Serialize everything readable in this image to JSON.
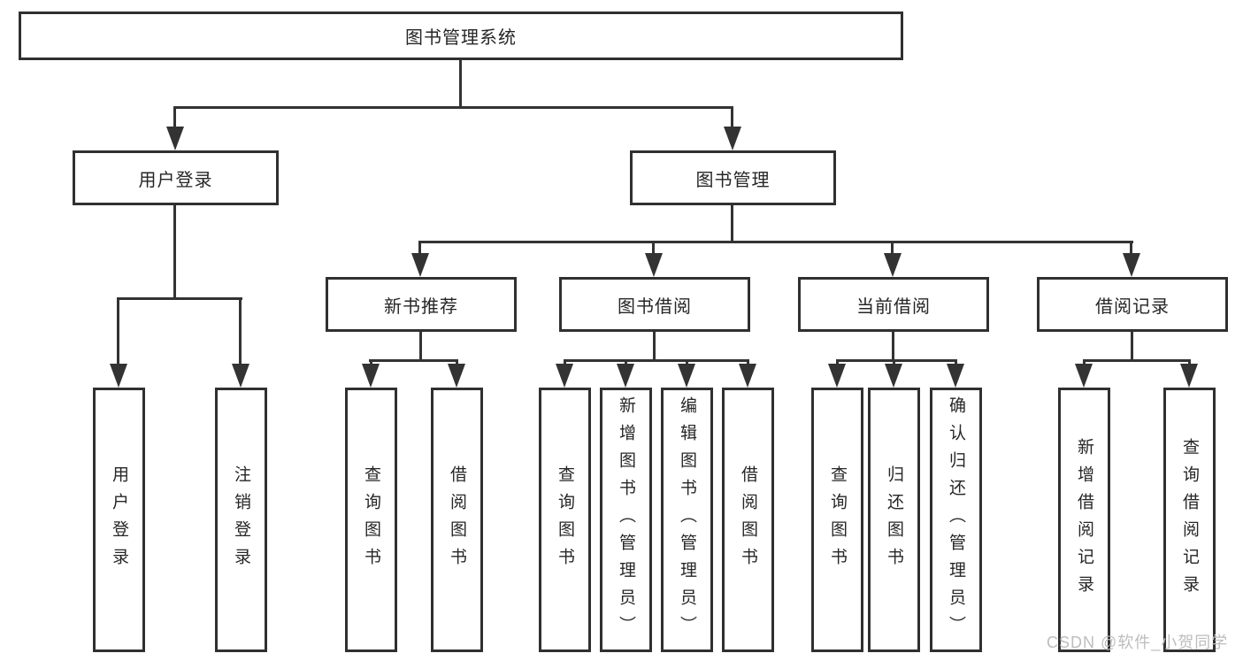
{
  "diagram": {
    "tree": {
      "root": "图书管理系统",
      "branches": [
        {
          "label": "用户登录",
          "children": [
            "用户登录",
            "注销登录"
          ]
        },
        {
          "label": "图书管理",
          "children": [
            {
              "label": "新书推荐",
              "children": [
                "查询图书",
                "借阅图书"
              ]
            },
            {
              "label": "图书借阅",
              "children": [
                "查询图书",
                "新增图书（管理员）",
                "编辑图书（管理员）",
                "借阅图书"
              ]
            },
            {
              "label": "当前借阅",
              "children": [
                "查询图书",
                "归还图书",
                "确认归还（管理员）"
              ]
            },
            {
              "label": "借阅记录",
              "children": [
                "新增借阅记录",
                "查询借阅记录"
              ]
            }
          ]
        }
      ]
    },
    "watermark": "CSDN @软件_小贺同学",
    "colors": {
      "line": "#333333",
      "border": "#303030",
      "text": "#262626",
      "watermark": "#bdbdbd",
      "background": "#ffffff"
    }
  }
}
